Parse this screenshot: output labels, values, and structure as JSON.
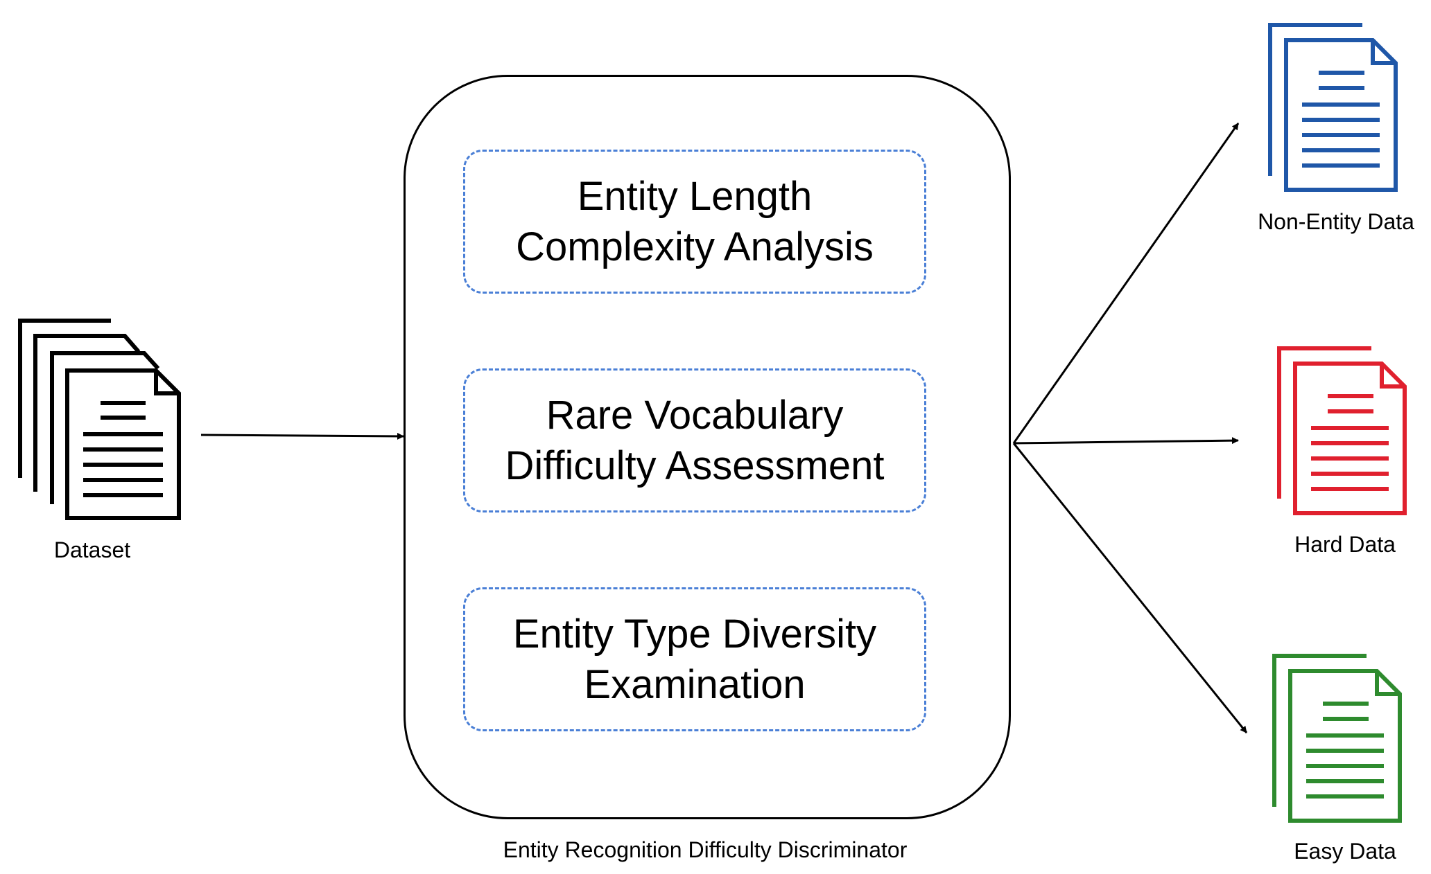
{
  "input": {
    "label": "Dataset",
    "icon": "document-stack-icon",
    "color": "#000000"
  },
  "discriminator": {
    "caption": "Entity Recognition Difficulty Discriminator",
    "modules": [
      {
        "line1": "Entity Length",
        "line2": "Complexity Analysis"
      },
      {
        "line1": "Rare Vocabulary",
        "line2": "Difficulty Assessment"
      },
      {
        "line1": "Entity Type Diversity",
        "line2": "Examination"
      }
    ],
    "module_border_color": "#4a7fd6"
  },
  "outputs": [
    {
      "label": "Non-Entity Data",
      "color": "#1f57a8",
      "icon": "document-icon"
    },
    {
      "label": "Hard Data",
      "color": "#e0202e",
      "icon": "document-icon"
    },
    {
      "label": "Easy Data",
      "color": "#2e8b2e",
      "icon": "document-icon"
    }
  ]
}
